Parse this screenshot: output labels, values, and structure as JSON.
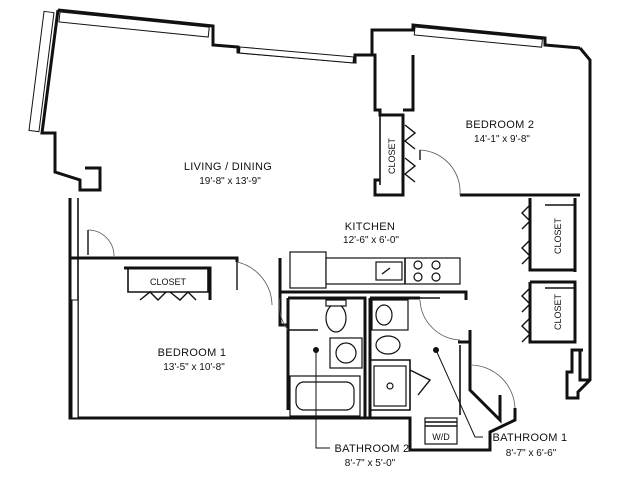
{
  "rooms": {
    "living": {
      "name": "LIVING / DINING",
      "dims": "19'-8\" x 13'-9\""
    },
    "bedroom2": {
      "name": "BEDROOM 2",
      "dims": "14'-1\" x 9'-8\""
    },
    "kitchen": {
      "name": "KITCHEN",
      "dims": "12'-6\" x 6'-0\""
    },
    "bedroom1": {
      "name": "BEDROOM 1",
      "dims": "13'-5\" x 10'-8\""
    },
    "bathroom2": {
      "name": "BATHROOM 2",
      "dims": "8'-7\" x 5'-0\""
    },
    "bathroom1": {
      "name": "BATHROOM 1",
      "dims": "8'-7\" x 6'-6\""
    }
  },
  "closets": {
    "bedroom1": "CLOSET",
    "bedroom2": "CLOSET",
    "hall_upper": "CLOSET",
    "hall_lower": "CLOSET"
  },
  "washer_dryer": "W/D"
}
